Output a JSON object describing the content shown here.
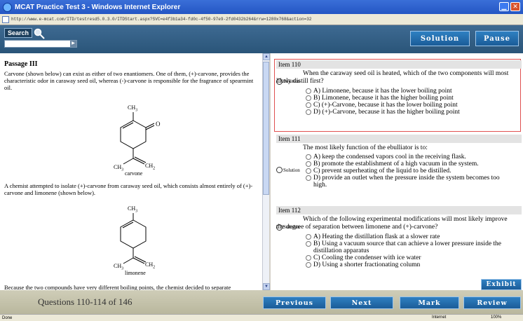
{
  "window": {
    "title": "MCAT Practice Test 3 - Windows Internet Explorer",
    "url": "http://www.e-mcat.com/ITD/testresd5.0.3.0/ITDStart.aspx?SVC=e4f3b1a34-fd0c-4f50-97e9-2fd0432b264&rrw=1280x768&action=32"
  },
  "toolbar": {
    "search_label": "Search",
    "solution_label": "Solution",
    "pause_label": "Pause"
  },
  "passage": {
    "title": "Passage III",
    "para1": "Carvone (shown below) can exist as either of two enantiomers.  One of them, (+)-carvone, provides the characteristic odor in caraway seed oil, whereas (-)-carvone is responsible for the fragrance of spearmint oil.",
    "para2": "A chemist attempted to isolate (+)-carvone from caraway seed oil, which consists almost entirely of (+)-carvone and limonene (shown below).",
    "para3": "Because the two compounds have very different boiling points, the chemist decided to separate",
    "carvone": {
      "ch3_top": "CH",
      "ch3_sub": "3",
      "o": "O",
      "ch3_bottom": "CH",
      "ch3_bottom_sub": "3",
      "ch2": "CH",
      "ch2_sub": "2",
      "name": "carvone"
    },
    "limonene": {
      "ch3_top": "CH",
      "ch3_sub": "3",
      "ch3_bottom": "CH",
      "ch3_bottom_sub": "3",
      "ch2": "CH",
      "ch2_sub": "2",
      "name": "limonene"
    }
  },
  "solution_label": "Solution",
  "items": [
    {
      "header": "Item 110",
      "question_a": "When the caraway seed oil is heated, which of the two components will most",
      "question_b": "likely distill first?",
      "options": [
        "A) Limonene, because it has the lower boiling point",
        "B) Limonene, because it has the higher boiling point",
        "C) (+)-Carvone, because it has the lower boiling point",
        "D) (+)-Carvone, because it has the higher boiling point"
      ]
    },
    {
      "header": "Item 111",
      "question_a": "The most likely function of the ebulliator is to:",
      "options": [
        "A) keep the condensed vapors cool in the receiving flask.",
        "B) promote the establishment of a high vacuum in the system.",
        "C) prevent superheating of the liquid to be distilled.",
        "D) provide an outlet when the pressure inside the system becomes too high."
      ]
    },
    {
      "header": "Item 112",
      "question_a": "Which of the following experimental modifications will most likely improve",
      "question_b": "the degree of separation between limonene and (+)-carvone?",
      "options": [
        "A) Heating the distillation flask at a slower rate",
        "B) Using a vacuum source that can achieve a lower pressure inside the distillation apparatus",
        "C) Cooling the condenser with ice water",
        "D) Using a shorter fractionating column"
      ]
    }
  ],
  "exhibit_label": "Exhibit",
  "footer": {
    "counter": "Questions 110-114 of 146",
    "previous_label": "Previous",
    "next_label": "Next",
    "mark_label": "Mark",
    "review_label": "Review"
  },
  "status": {
    "left": "Done",
    "zone": "Internet",
    "zoom": "100%"
  },
  "colors": {
    "header_bg": "#2a5579",
    "button_bg": "#1b5c98",
    "footer_bg": "#c4c2a8",
    "selected_border": "#e05050"
  }
}
